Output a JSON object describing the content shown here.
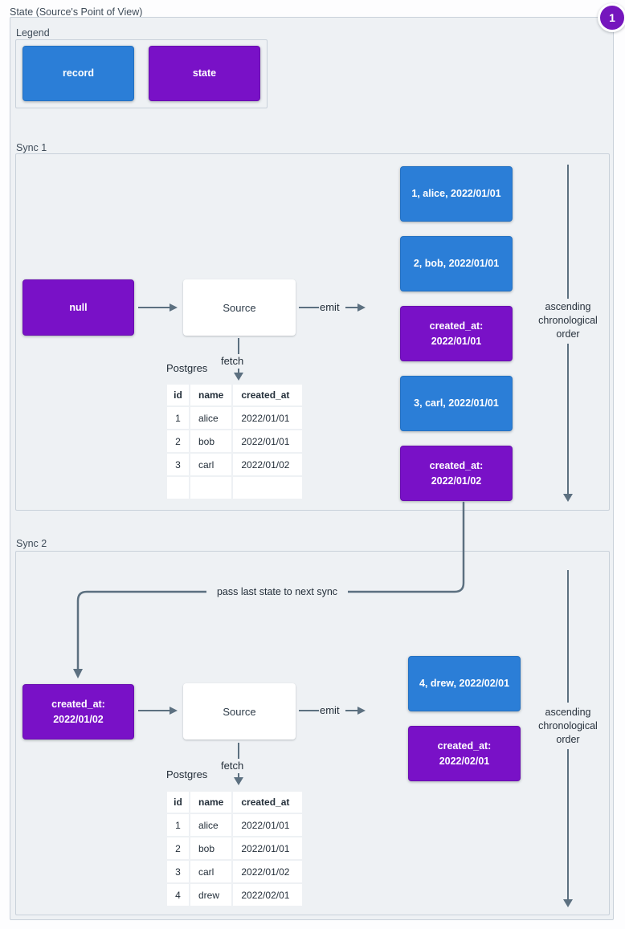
{
  "title": "State (Source's Point of View)",
  "badge": "1",
  "colors": {
    "record": "#2b7ed7",
    "state": "#7911c7",
    "line": "#5c7080",
    "panel_bg": "#eef1f4"
  },
  "legend": {
    "label": "Legend",
    "items": [
      {
        "type": "record",
        "label": "record"
      },
      {
        "type": "state",
        "label": "state"
      }
    ]
  },
  "pass_label": "pass last state to next sync",
  "sync1": {
    "label": "Sync 1",
    "input_state": "null",
    "source_label": "Source",
    "emit_label": "emit",
    "fetch_label": "fetch",
    "db_name": "Postgres",
    "order_note": "ascending\nchronological\norder",
    "table": {
      "headers": [
        "id",
        "name",
        "created_at"
      ],
      "rows": [
        [
          "1",
          "alice",
          "2022/01/01"
        ],
        [
          "2",
          "bob",
          "2022/01/01"
        ],
        [
          "3",
          "carl",
          "2022/01/02"
        ],
        [
          "",
          "",
          ""
        ]
      ]
    },
    "emitted": [
      {
        "type": "record",
        "label": "1, alice, 2022/01/01"
      },
      {
        "type": "record",
        "label": "2, bob, 2022/01/01"
      },
      {
        "type": "state",
        "label": "created_at:\n2022/01/01"
      },
      {
        "type": "record",
        "label": "3, carl, 2022/01/01"
      },
      {
        "type": "state",
        "label": "created_at:\n2022/01/02"
      }
    ]
  },
  "sync2": {
    "label": "Sync 2",
    "input_state": "created_at:\n2022/01/02",
    "source_label": "Source",
    "emit_label": "emit",
    "fetch_label": "fetch",
    "db_name": "Postgres",
    "order_note": "ascending\nchronological\norder",
    "table": {
      "headers": [
        "id",
        "name",
        "created_at"
      ],
      "rows": [
        [
          "1",
          "alice",
          "2022/01/01"
        ],
        [
          "2",
          "bob",
          "2022/01/01"
        ],
        [
          "3",
          "carl",
          "2022/01/02"
        ],
        [
          "4",
          "drew",
          "2022/02/01"
        ]
      ]
    },
    "emitted": [
      {
        "type": "record",
        "label": "4, drew, 2022/02/01"
      },
      {
        "type": "state",
        "label": "created_at:\n2022/02/01"
      }
    ]
  }
}
